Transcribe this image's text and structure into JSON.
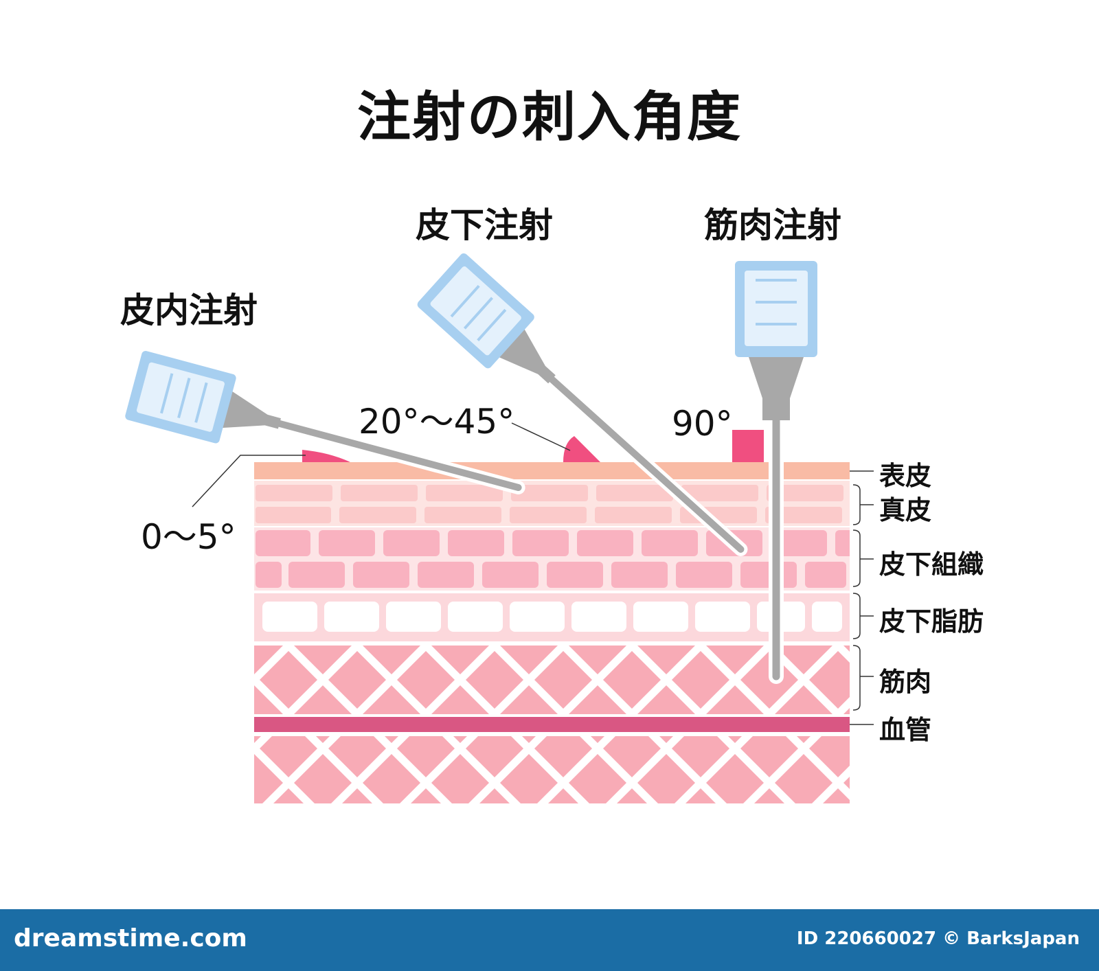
{
  "title": "注射の刺入角度",
  "injections": {
    "intradermal": {
      "label": "皮内注射",
      "angle": "0〜5°"
    },
    "subcutaneous": {
      "label": "皮下注射",
      "angle": "20°〜45°"
    },
    "intramuscular": {
      "label": "筋肉注射",
      "angle": "90°"
    }
  },
  "layers": {
    "epidermis": "表皮",
    "dermis": "真皮",
    "subcutaneous_tissue": "皮下組織",
    "subcutaneous_fat": "皮下脂肪",
    "muscle": "筋肉",
    "blood_vessel": "血管"
  },
  "colors": {
    "epidermis": "#f9bba5",
    "dermis": "#fcd2d2",
    "tissue": "#fab3c0",
    "fat": "#fcd8dc",
    "muscle": "#f8abb6",
    "vessel": "#d95783",
    "angle_mark": "#f04f80",
    "syringe_body": "#a7cff0",
    "needle": "#a8a8a8",
    "footer": "#1b6da5"
  },
  "footer": {
    "brand": "dreamstime.com",
    "credit": "ID 220660027 © BarksJapan"
  }
}
